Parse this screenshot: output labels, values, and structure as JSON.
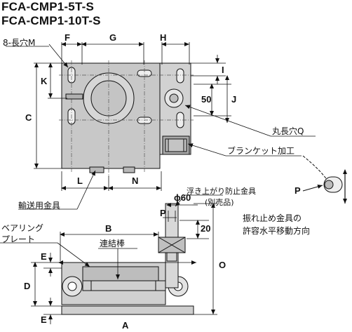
{
  "titles": [
    "FCA-CMP1-5T-S",
    "FCA-CMP1-10T-S"
  ],
  "dims": {
    "F": "F",
    "G": "G",
    "H": "H",
    "K": "K",
    "C": "C",
    "I": "I",
    "J": "J",
    "val50": "50",
    "L": "L",
    "N": "N",
    "phi60": "ϕ60",
    "P1": "P",
    "val20": "20",
    "O": "O",
    "B": "B",
    "E1": "E",
    "D": "D",
    "A": "A",
    "E2": "E",
    "P2": "P",
    "Q": "丸長穴Q"
  },
  "callouts": {
    "slot_m": "8-長穴M",
    "bracket": "ブランケット加工",
    "transport": "輸送用金具",
    "bearing_line1": "ベアリング",
    "bearing_line2": "プレート",
    "rod": "連結棒",
    "lift_line1": "浮き上がり防止金具",
    "lift_line2": "(別売品)",
    "shake_line1": "振れ止め金具の",
    "shake_line2": "許容水平移動方向"
  }
}
